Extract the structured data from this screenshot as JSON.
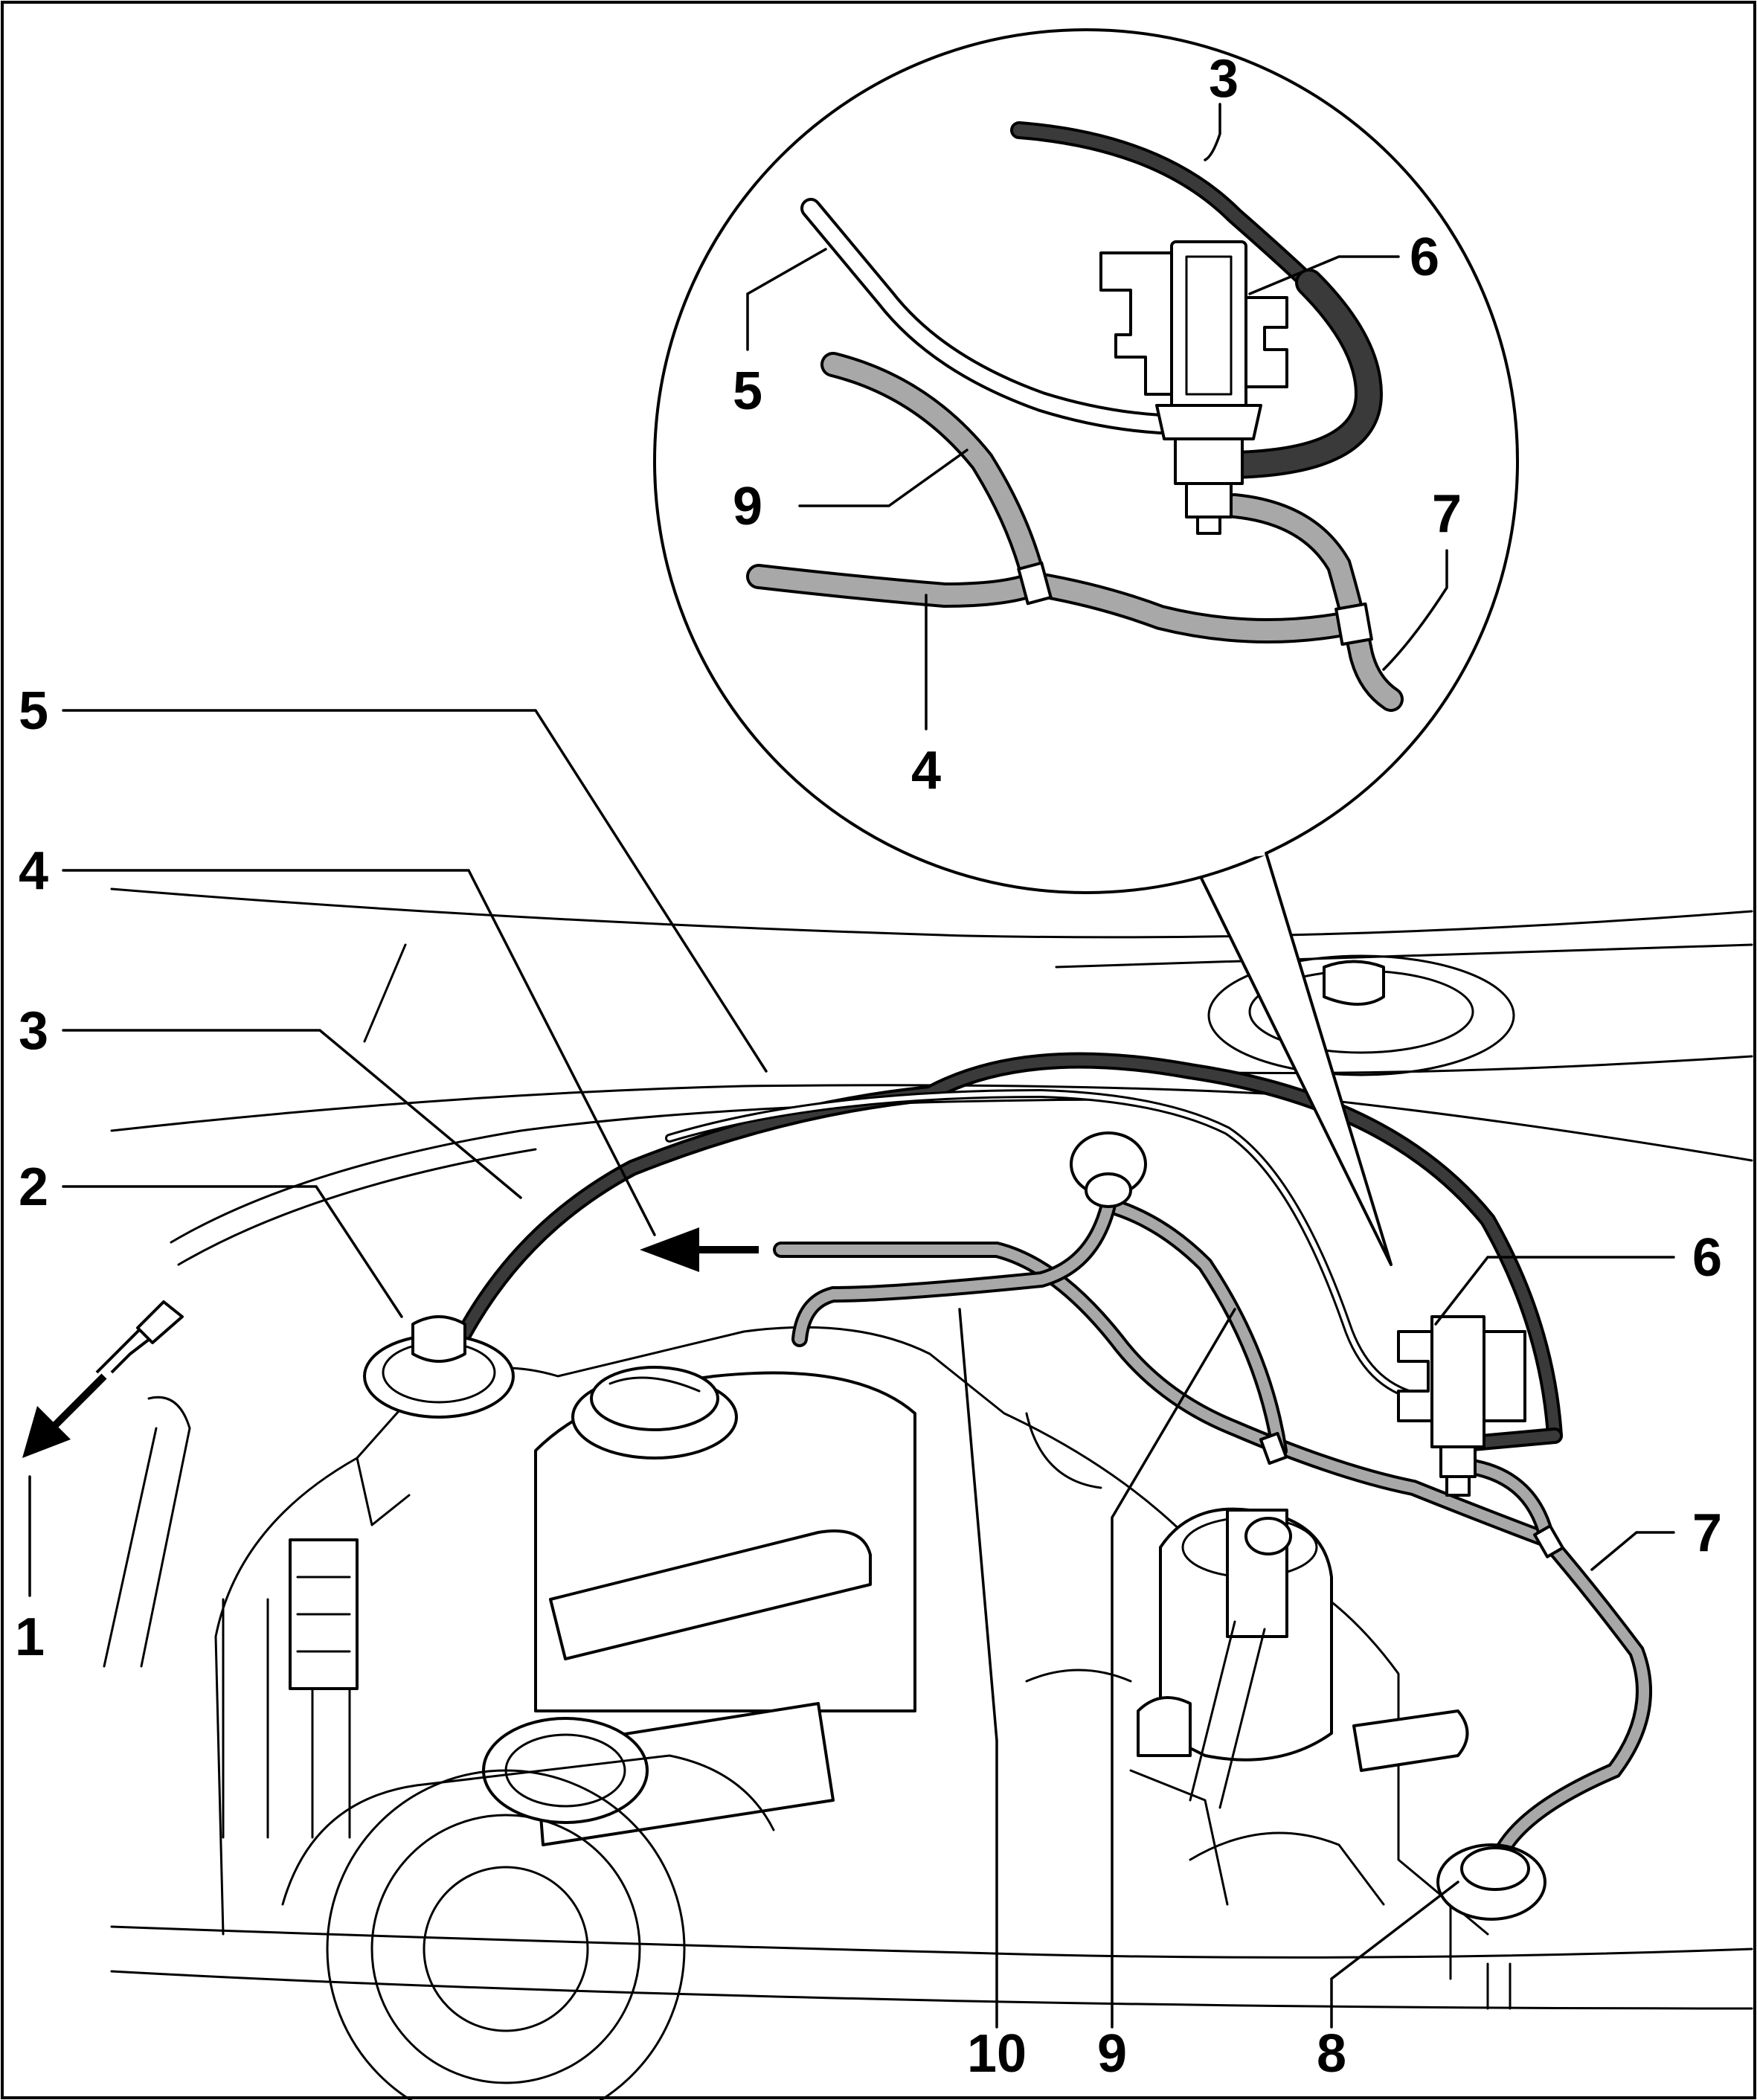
{
  "callouts": {
    "detail_3": "3",
    "detail_6": "6",
    "detail_5": "5",
    "detail_9": "9",
    "detail_7": "7",
    "detail_4": "4",
    "main_5": "5",
    "main_4": "4",
    "main_3": "3",
    "main_2": "2",
    "main_1": "1",
    "main_6": "6",
    "main_7": "7",
    "bottom_10": "10",
    "bottom_9": "9",
    "bottom_8": "8"
  },
  "colors": {
    "line": "#000000",
    "hose_dark": "#3a3a3a",
    "hose_gray": "#a8a8a8",
    "background": "#ffffff"
  },
  "icons": {
    "direction_arrow": "arrow-left-icon",
    "exit_arrow": "arrow-down-left-icon"
  }
}
